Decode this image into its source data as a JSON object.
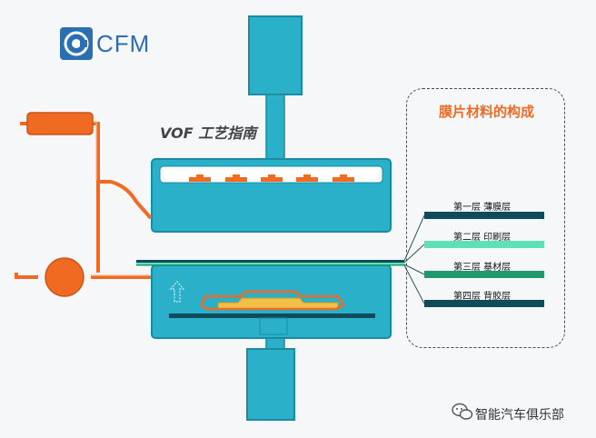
{
  "logo": {
    "text": "CFM"
  },
  "diagram": {
    "title": "VOF 工艺指南"
  },
  "legend": {
    "title": "膜片材料的构成",
    "layers": [
      {
        "label": "第一层 薄膜层",
        "color": "#0f4b5a"
      },
      {
        "label": "第二层 印刷层",
        "color": "#5fe0b8"
      },
      {
        "label": "第三层 基材层",
        "color": "#1f9a6f"
      },
      {
        "label": "第四层 背胶层",
        "color": "#0f4b5a"
      }
    ]
  },
  "colors": {
    "chamber": "#2ab0c9",
    "chamber_dark": "#1b8aa3",
    "piping": "#f06a22",
    "brand_blue": "#2b6fb3"
  },
  "watermark": {
    "text": "智能汽车俱乐部"
  }
}
